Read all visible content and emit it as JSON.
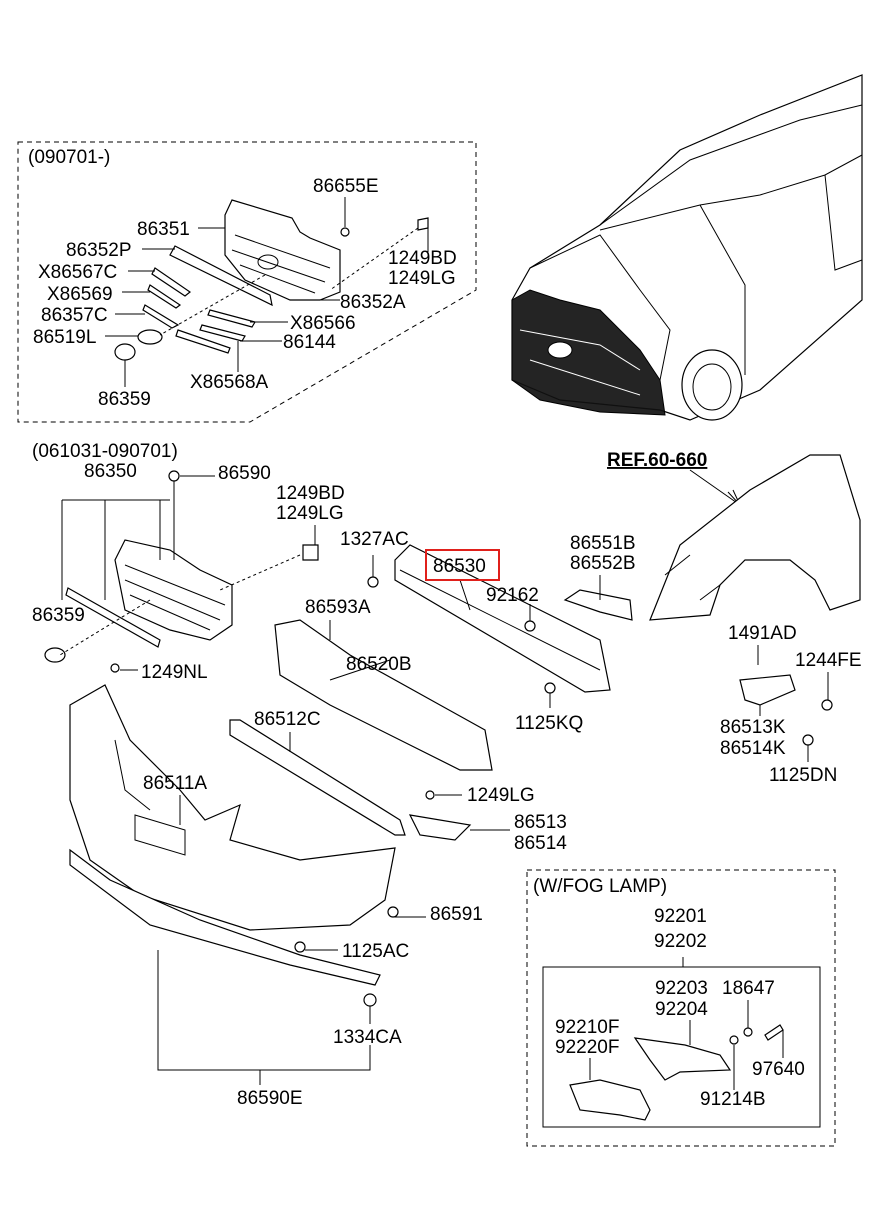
{
  "groups": {
    "top": "(090701-)",
    "middle": "(061031-090701)",
    "fog": "(W/FOG LAMP)"
  },
  "reference": "REF.60-660",
  "highlighted_part": "86530",
  "colors": {
    "highlight": "#e0201b",
    "line": "#000000"
  },
  "labels": {
    "p86655E": "86655E",
    "p86351": "86351",
    "p86352P": "86352P",
    "pX86567C": "X86567C",
    "pX86569": "X86569",
    "p86357C": "86357C",
    "p86519L": "86519L",
    "p86359a": "86359",
    "p1249BDa": "1249BD",
    "p1249LGa": "1249LG",
    "p86352A": "86352A",
    "pX86566": "X86566",
    "p86144": "86144",
    "pX86568A": "X86568A",
    "p86350": "86350",
    "p86590": "86590",
    "p1249BDb": "1249BD",
    "p1249LGb": "1249LG",
    "p1327AC": "1327AC",
    "p86530": "86530",
    "p86551B": "86551B",
    "p86552B": "86552B",
    "p92162": "92162",
    "p86593A": "86593A",
    "p86359b": "86359",
    "p1249NL": "1249NL",
    "p86520B": "86520B",
    "p1491AD": "1491AD",
    "p1244FE": "1244FE",
    "p1125KQ": "1125KQ",
    "p86512C": "86512C",
    "p86513K": "86513K",
    "p86514K": "86514K",
    "p86511A": "86511A",
    "p1125DN": "1125DN",
    "p1249LGc": "1249LG",
    "p86513": "86513",
    "p86514": "86514",
    "p86591": "86591",
    "p1125AC": "1125AC",
    "p1334CA": "1334CA",
    "p86590E": "86590E",
    "p92201": "92201",
    "p92202": "92202",
    "p92203": "92203",
    "p18647": "18647",
    "p92204": "92204",
    "p92210F": "92210F",
    "p92220F": "92220F",
    "p97640": "97640",
    "p91214B": "91214B"
  }
}
